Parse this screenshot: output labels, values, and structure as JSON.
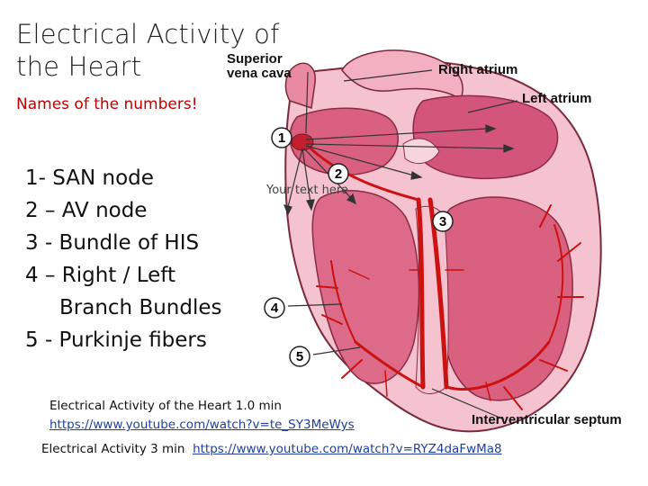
{
  "title_line1": "Electrical Activity of",
  "title_line2": "the Heart",
  "subtitle": "Names of the numbers!",
  "list": [
    "1-   SAN node",
    "2 – AV node",
    "3 -  Bundle of HIS",
    "4 – Right / Left",
    "Branch Bundles",
    "5 -  Purkinje fibers"
  ],
  "diagram": {
    "labels": {
      "superior_1": "Superior",
      "superior_2": "vena cava",
      "right_atrium": "Right atrium",
      "left_atrium": "Left atrium",
      "interventricular": "Interventricular septum"
    },
    "markers": [
      "1",
      "2",
      "3",
      "4",
      "5"
    ],
    "placeholder": "Your text here"
  },
  "links": [
    {
      "text": "Electrical Activity of the Heart 1.0 min",
      "url": "https://www.youtube.com/watch?v=te_SY3MeWys"
    },
    {
      "text": "Electrical Activity 3 min",
      "url": "https://www.youtube.com/watch?v=RYZ4daFwMa8"
    }
  ],
  "colors": {
    "heart_light": "#f2b8c6",
    "heart_mid": "#d9607f",
    "heart_dark": "#b8334f",
    "conduction": "#cc1111",
    "subtitle": "#c00000",
    "link": "#1f3f9a"
  }
}
